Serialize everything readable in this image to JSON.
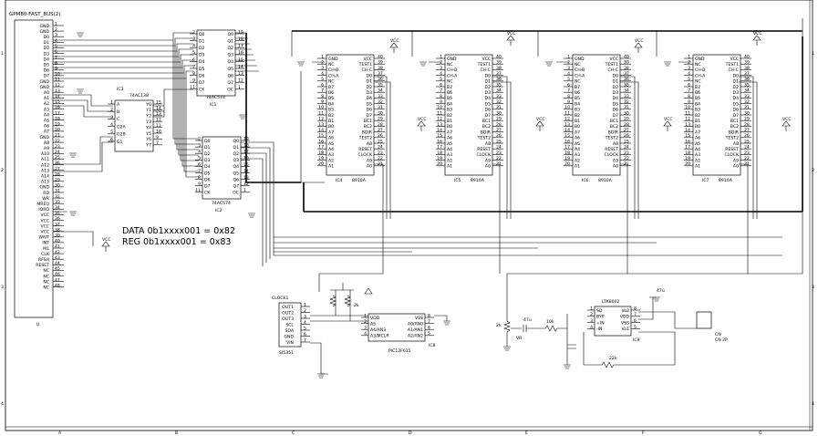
{
  "border": {
    "rows": [
      "1",
      "2",
      "3",
      "4"
    ],
    "cols": [
      "A",
      "B",
      "C",
      "D",
      "E",
      "F",
      "G"
    ]
  },
  "connector": {
    "title": "GPM80-FAST_BUS(2)",
    "ref": "U",
    "pins": [
      "GND",
      "GND",
      "D0",
      "D1",
      "D2",
      "D3",
      "D4",
      "D5",
      "D6",
      "D7",
      "GND",
      "GND",
      "A0",
      "A1",
      "A2",
      "A3",
      "A4",
      "A5",
      "A6",
      "A7",
      "GND",
      "A8",
      "A9",
      "A10",
      "A11",
      "A12",
      "A13",
      "A14",
      "A15",
      "GND",
      "RD",
      "WR",
      "MREQ",
      "IORQ",
      "VCC",
      "VCC",
      "VCC",
      "VCC",
      "WAIT",
      "INT",
      "M1",
      "CLK",
      "RFSH",
      "RESET",
      "NC",
      "NC",
      "NC",
      "NC"
    ]
  },
  "ic1": {
    "ref": "IC1",
    "part": "74AC574",
    "left": [
      "D0",
      "D1",
      "D2",
      "D3",
      "D4",
      "D5",
      "D6",
      "D7",
      "CK"
    ],
    "right": [
      "Q0",
      "Q1",
      "Q2",
      "Q3",
      "Q4",
      "Q5",
      "Q6",
      "Q7",
      "OC"
    ],
    "lnum": [
      "2",
      "3",
      "4",
      "5",
      "6",
      "7",
      "8",
      "9",
      "11"
    ],
    "rnum": [
      "19",
      "18",
      "17",
      "16",
      "15",
      "14",
      "13",
      "12",
      "1"
    ]
  },
  "ic2": {
    "ref": "IC2",
    "part": "74AC574",
    "left": [
      "D0",
      "D1",
      "D2",
      "D3",
      "D4",
      "D5",
      "D6",
      "D7",
      "CK"
    ],
    "right": [
      "Q0",
      "Q1",
      "Q2",
      "Q3",
      "Q4",
      "Q5",
      "Q6",
      "Q7",
      "OC"
    ],
    "lnum": [
      "2",
      "3",
      "4",
      "5",
      "6",
      "7",
      "8",
      "9",
      "11"
    ],
    "rnum": [
      "19",
      "18",
      "17",
      "16",
      "15",
      "14",
      "13",
      "12",
      "1"
    ]
  },
  "ic3": {
    "ref": "IC3",
    "part": "74AC138",
    "left": [
      "A",
      "B",
      "C",
      "G2A",
      "G2B",
      "G1"
    ],
    "right": [
      "Y0",
      "Y1",
      "Y2",
      "Y3",
      "Y4",
      "Y5",
      "Y6",
      "Y7"
    ],
    "lnum": [
      "1",
      "2",
      "3",
      "4",
      "5",
      "6"
    ],
    "rnum": [
      "15",
      "14",
      "13",
      "12",
      "11",
      "10",
      "9",
      "7"
    ]
  },
  "psg": {
    "part": "8910A",
    "left": [
      "GND",
      "NC",
      "CH-B",
      "CH-A",
      "NC",
      "B7",
      "B6",
      "B5",
      "B4",
      "B3",
      "B2",
      "B1",
      "B0",
      "A7",
      "A6",
      "A5",
      "A4",
      "A3",
      "A2",
      "A1"
    ],
    "right": [
      "VCC",
      "TEST1",
      "CH-C",
      "D0",
      "D1",
      "D2",
      "D3",
      "D4",
      "D5",
      "D6",
      "D7",
      "BC1",
      "BC2",
      "BDIR",
      "TEST2",
      "A8",
      "RESET",
      "CLOCK",
      "A9",
      "A0"
    ],
    "lnum": [
      "1",
      "2",
      "3",
      "4",
      "5",
      "6",
      "7",
      "8",
      "9",
      "10",
      "11",
      "12",
      "13",
      "14",
      "15",
      "16",
      "17",
      "18",
      "19",
      "20"
    ],
    "rnum": [
      "40",
      "39",
      "38",
      "37",
      "36",
      "35",
      "34",
      "33",
      "32",
      "31",
      "30",
      "29",
      "28",
      "27",
      "26",
      "25",
      "24",
      "23",
      "22",
      "21"
    ],
    "chips": [
      {
        "ref": "IC4"
      },
      {
        "ref": "IC5"
      },
      {
        "ref": "IC6"
      },
      {
        "ref": "IC7"
      }
    ]
  },
  "clock": {
    "label": "CLOCK1",
    "part": "SI5351",
    "pins": [
      "OUT1",
      "OUT2",
      "OUT3",
      "SCL",
      "SDA",
      "GND",
      "VIN"
    ],
    "pnum": [
      "1",
      "2",
      "3",
      "4",
      "5",
      "6",
      "7"
    ]
  },
  "pic": {
    "part": "PIC12F615",
    "ref": "IC8",
    "left": [
      "VDD",
      "A5",
      "A4/AN3",
      "A3/MCLR"
    ],
    "right": [
      "VSS",
      "A0/AN0",
      "A1/AN1",
      "A2/AN2"
    ],
    "lnum": [
      "1",
      "2",
      "3",
      "4"
    ],
    "rnum": [
      "8",
      "7",
      "6",
      "5"
    ]
  },
  "amp": {
    "title": "LTK8002",
    "ref": "IC9",
    "left": [
      "SD",
      "BYP",
      "+IN",
      "-IN"
    ],
    "right": [
      "Vo2",
      "VDD",
      "VSS",
      "Vo1"
    ],
    "lnum": [
      "1",
      "2",
      "3",
      "4"
    ],
    "rnum": [
      "8",
      "7",
      "6",
      "5"
    ]
  },
  "labels": {
    "vcc": "VCC",
    "data_addr": "DATA  0b1xxxx001 = 0x82",
    "reg_addr": "REG   0b1xxxx001 = 0x83",
    "pullup": "2k",
    "vr": "VR",
    "vr_val": "2k",
    "cap1": "47u",
    "cap2": "47u",
    "r1": "10k",
    "r2": "22k",
    "spk": "CN",
    "spk_val": "CN 2P"
  }
}
